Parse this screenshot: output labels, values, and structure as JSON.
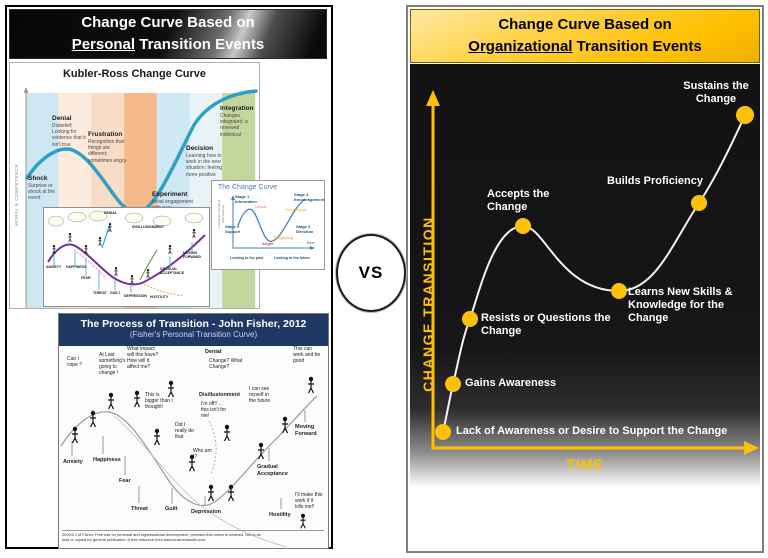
{
  "vs_label": "VS",
  "accent_color": "#FFC000",
  "left": {
    "header": {
      "line1": "Change Curve Based on",
      "word": "Personal",
      "rest": " Transition Events"
    },
    "kubler": {
      "title": "Kubler-Ross Change Curve",
      "y_axis": "MORAL & COMPETENCE",
      "stages": [
        {
          "name": "Shock",
          "desc": "Surprise or shock at the event"
        },
        {
          "name": "Denial",
          "desc": "Disbelief; Looking for evidence that it isn't true"
        },
        {
          "name": "Frustration",
          "desc": "Recognition that things are different; sometimes angry"
        },
        {
          "name": "Experiment",
          "desc": "Initial engagement with new"
        },
        {
          "name": "Decision",
          "desc": "Learning how to work in the new situation; feeling more positive"
        },
        {
          "name": "Integration",
          "desc": "Changes integrated; a renewed individual"
        }
      ]
    },
    "cartoon": {
      "top_labels": [
        "DENIAL",
        "DISILLUSIONMENT"
      ],
      "bottom_labels": [
        "ANXIETY",
        "HAPPINESS",
        "FEAR",
        "THREAT",
        "GUILT",
        "DEPRESSION",
        "HOSTILITY"
      ],
      "right_labels": [
        "GRADUAL ACCEPTANCE",
        "MOVING FORWARD"
      ]
    },
    "change_curve": {
      "title": "The Change Curve",
      "y_axis": "Confidence, Morale & Effectiveness",
      "x_axis": "Time",
      "stage1": "Stage 1 Information",
      "stage2": "Stage 2 Support",
      "stage3": "Stage 3 Direction",
      "stage4": "Stage 4 Encouragement",
      "denial": "Denial",
      "anger": "Anger",
      "bargaining": "Bargaining",
      "acceptance": "Acceptance",
      "footer_left": "Looking to the past",
      "footer_right": "Looking to the future"
    },
    "fisher": {
      "title": "The Process of Transition - John Fisher, 2012",
      "subtitle": "(Fisher's  Personal Transition Curve)",
      "bubbles": {
        "cope": "Can I cope ?",
        "at_last": "At Last something's going to change !",
        "impact": "What impact will this have? How will it affect me?",
        "denial_title": "Denial",
        "denial_text": "Change? What Change?",
        "can_work": "This can work and be good",
        "bigger": "This is bigger than I thought!",
        "disillusionment_title": "Disillusionment",
        "disillusionment_text": "I'm off!! ... this isn't for me!",
        "see_myself": "I can see myself in the future",
        "did_i": "Did I really do that",
        "who_am_i": "Who am I?",
        "kills_me": "I'll make this work if it kills me!!"
      },
      "stage_labels": {
        "anxiety": "Anxiety",
        "happiness": "Happiness",
        "fear": "Fear",
        "threat": "Threat",
        "guilt": "Guilt",
        "depression": "Depression",
        "hostility": "Hostility",
        "gradual": "Gradual Acceptance",
        "moving": "Moving Forward"
      },
      "footer_line1": "2000/3 J M Fisher. Free use for personal and organisational development, provided this notice is retained. Not to be",
      "footer_line2": "sold or copied for general publication. A free resource from www.businessballs.com."
    }
  },
  "right": {
    "header": {
      "line1": "Change Curve Based on",
      "word": "Organizational",
      "rest": " Transition Events"
    },
    "y_axis": "CHANGE TRANSITION",
    "x_axis": "TIME",
    "points": [
      {
        "label": "Lack of Awareness or Desire to Support the Change"
      },
      {
        "label": "Gains Awareness"
      },
      {
        "label": "Resists or Questions the Change"
      },
      {
        "label": "Accepts the Change"
      },
      {
        "label": "Learns New Skills & Knowledge for the Change"
      },
      {
        "label": "Builds Proficiency"
      },
      {
        "label": "Sustains the Change"
      }
    ]
  }
}
